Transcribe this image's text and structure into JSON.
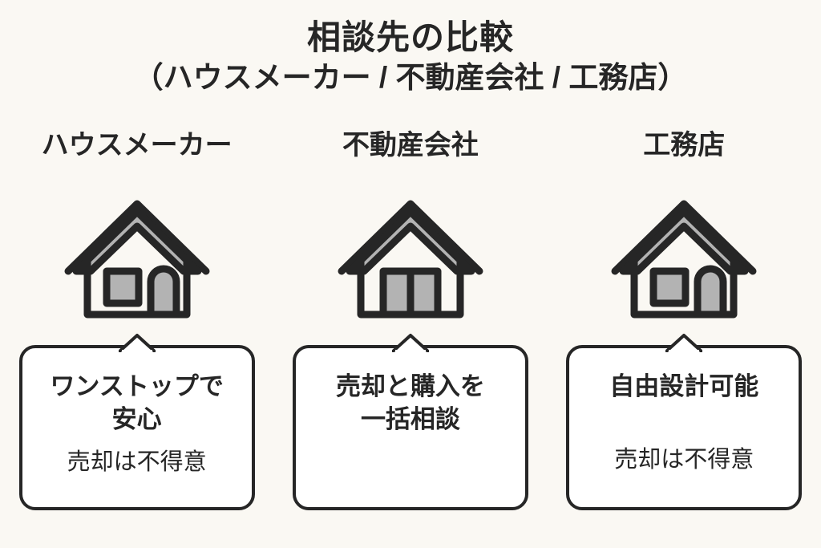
{
  "title": {
    "main": "相談先の比較",
    "sub": "（ハウスメーカー / 不動産会社 / 工務店）"
  },
  "colors": {
    "background": "#faf8f3",
    "ink": "#262626",
    "roof_gray": "#b3b3b3",
    "box_fill": "#ffffff"
  },
  "columns": [
    {
      "heading": "ハウスメーカー",
      "icon": "house-icon",
      "house_variant": "window-and-door",
      "callout": {
        "primary": "ワンストップで\n安心",
        "secondary": "売却は不得意",
        "secondary_spaced": false
      }
    },
    {
      "heading": "不動産会社",
      "icon": "house-icon",
      "house_variant": "double-door",
      "callout": {
        "primary": "売却と購入を\n一括相談",
        "secondary": "",
        "secondary_spaced": false
      }
    },
    {
      "heading": "工務店",
      "icon": "house-icon",
      "house_variant": "window-and-door",
      "callout": {
        "primary": "自由設計可能",
        "secondary": "売却は不得意",
        "secondary_spaced": true
      }
    }
  ]
}
